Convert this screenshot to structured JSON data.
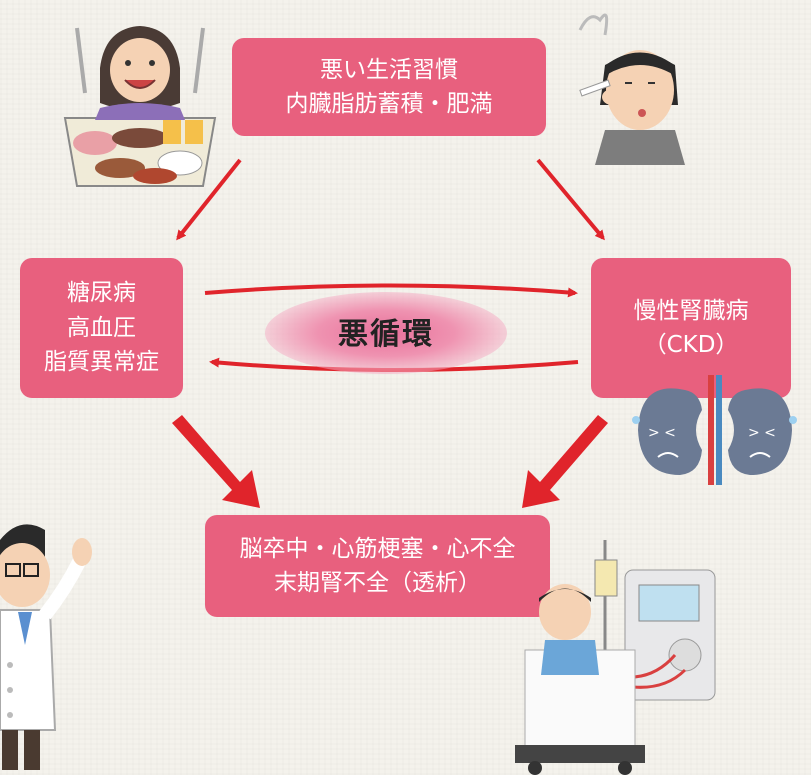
{
  "colors": {
    "box": "#e8607e",
    "arrow": "#e0242b",
    "center_glow": "#e8709a",
    "text": "#ffffff"
  },
  "top_box": {
    "line1": "悪い生活習慣",
    "line2": "内臓脂肪蓄積・肥満"
  },
  "left_box": {
    "line1": "糖尿病",
    "line2": "高血圧",
    "line3": "脂質異常症"
  },
  "right_box": {
    "line1": "慢性腎臓病",
    "line2": "（CKD）"
  },
  "bottom_box": {
    "line1": "脳卒中・心筋梗塞・心不全",
    "line2": "末期腎不全（透析）"
  },
  "center": {
    "label": "悪循環"
  },
  "illustrations": [
    "eating-person-icon",
    "smoking-man-icon",
    "sad-kidneys-icon",
    "doctor-icon",
    "dialysis-patient-icon"
  ]
}
